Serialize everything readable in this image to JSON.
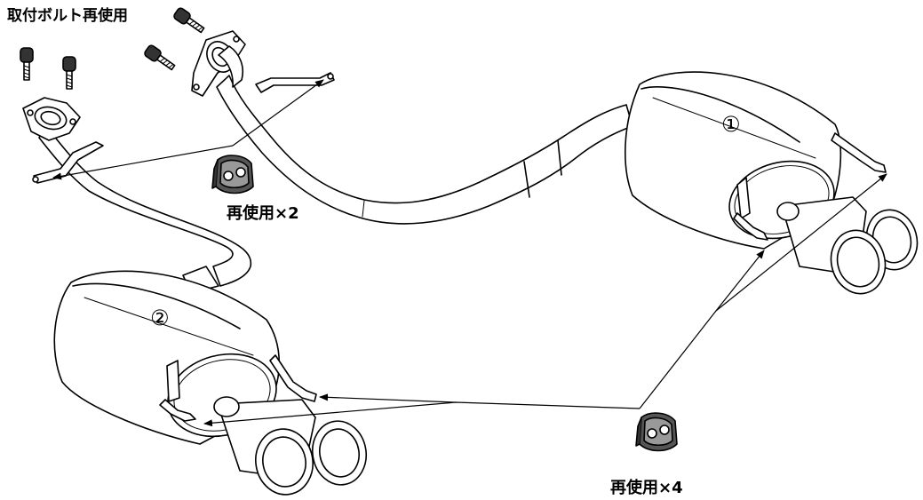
{
  "labels": {
    "mounting_bolts": "取付ボルト再使用",
    "reuse_x2": "再使用×2",
    "reuse_x4": "再使用×4"
  },
  "part_numbers": {
    "part_1": "①",
    "part_2": "②"
  },
  "colors": {
    "line": "#000000",
    "fill": "#ffffff",
    "hanger_rubber": "#555555"
  }
}
